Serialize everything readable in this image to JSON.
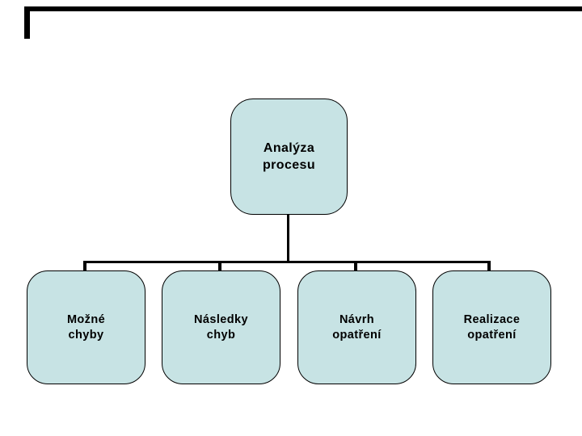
{
  "diagram": {
    "root": {
      "label": "Analýza procesu",
      "line1": "Analýza",
      "line2": "procesu"
    },
    "children": [
      {
        "label": "Možné chyby",
        "line1": "Možné",
        "line2": "chyby"
      },
      {
        "label": "Následky chyb",
        "line1": "Následky",
        "line2": "chyb"
      },
      {
        "label": "Návrh opatření",
        "line1": "Návrh",
        "line2": "opatření"
      },
      {
        "label": "Realizace opatření",
        "line1": "Realizace",
        "line2": "opatření"
      }
    ],
    "colors": {
      "box_fill": "#c7e3e4",
      "box_border": "#000000",
      "connector": "#000000",
      "text": "#000000",
      "background": "#ffffff",
      "frame_corner": "#000000"
    }
  }
}
